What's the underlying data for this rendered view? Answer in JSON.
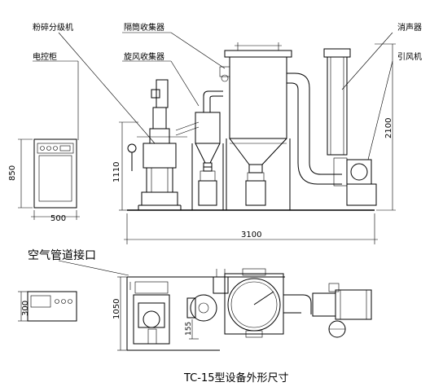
{
  "labels": {
    "classifier": "粉碎分级机",
    "control_cabinet": "电控柜",
    "bag_filter": "隔筒收集器",
    "cyclone": "旋风收集器",
    "silencer": "消声器",
    "fan": "引风机",
    "air_inlet": "空气管道接口"
  },
  "dimensions": {
    "cabinet_height": "850",
    "cabinet_width": "500",
    "machine_height": "1110",
    "total_height": "2100",
    "total_length": "3100",
    "plan_depth": "1050",
    "cabinet_plan": "300",
    "small_dim": "155"
  },
  "caption": "TC-15型设备外形尺寸"
}
